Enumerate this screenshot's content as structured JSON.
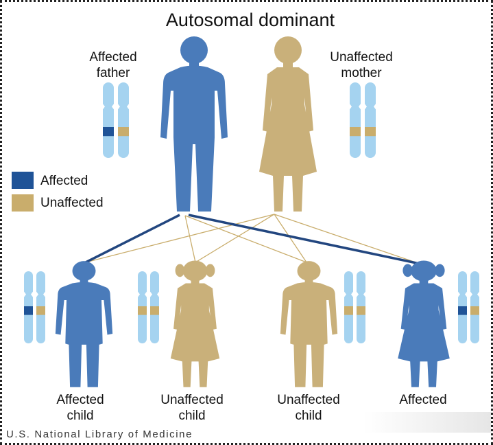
{
  "title": "Autosomal dominant",
  "parents": {
    "father": {
      "line1": "Affected",
      "line2": "father"
    },
    "mother": {
      "line1": "Unaffected",
      "line2": "mother"
    }
  },
  "legend": [
    {
      "label": "Affected",
      "color": "#1f5397"
    },
    {
      "label": "Unaffected",
      "color": "#c9ad6c"
    }
  ],
  "children": [
    {
      "line1": "Affected",
      "line2": "child"
    },
    {
      "line1": "Unaffected",
      "line2": "child"
    },
    {
      "line1": "Unaffected",
      "line2": "child"
    },
    {
      "line1": "Affected",
      "line2": ""
    }
  ],
  "footer": "U.S. National Library of Medicine",
  "colors": {
    "affected_figure": "#4a7bba",
    "unaffected_figure": "#c9b07a",
    "chromosome": "#a5d3f0",
    "affected_band": "#1f5397",
    "unaffected_band": "#c9ad6c"
  }
}
